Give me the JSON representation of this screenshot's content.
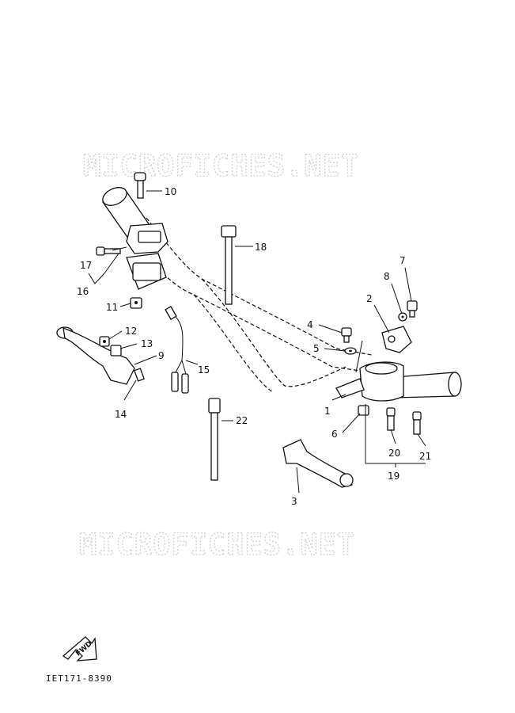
{
  "watermark": "MICROFICHES.NET",
  "drawing_code": "IET171-8390",
  "fwd_label": "FWD",
  "callouts": {
    "c1": "1",
    "c2": "2",
    "c3": "3",
    "c4": "4",
    "c5": "5",
    "c6": "6",
    "c7": "7",
    "c8": "8",
    "c9": "9",
    "c10": "10",
    "c11": "11",
    "c12": "12",
    "c13": "13",
    "c14": "14",
    "c15": "15",
    "c16": "16",
    "c17": "17",
    "c18": "18",
    "c19": "19",
    "c20": "20",
    "c21": "21",
    "c22": "22"
  }
}
